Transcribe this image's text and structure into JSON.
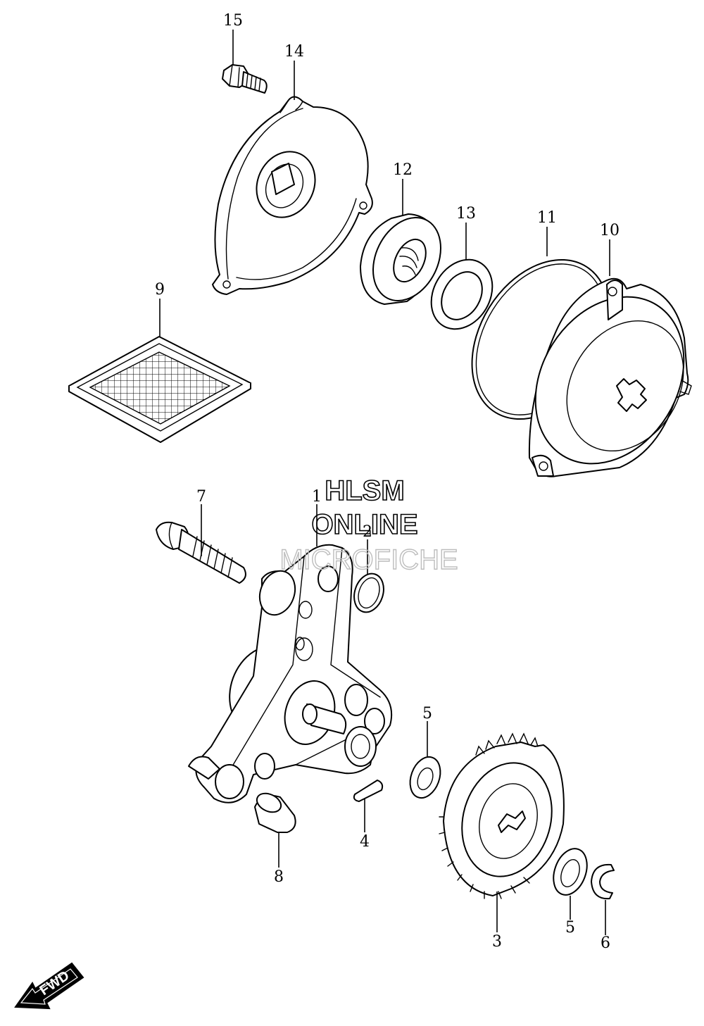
{
  "watermark": {
    "line1": "HLSM",
    "line2": "ONLINE",
    "line3": "MICROFICHE"
  },
  "direction_badge": "FWD",
  "callouts": {
    "p1": "1",
    "p2": "2",
    "p3": "3",
    "p4": "4",
    "p5a": "5",
    "p5b": "5",
    "p6": "6",
    "p7": "7",
    "p8": "8",
    "p9": "9",
    "p10": "10",
    "p11": "11",
    "p12": "12",
    "p13": "13",
    "p14": "14",
    "p15": "15"
  },
  "colors": {
    "line": "#000000",
    "background": "#ffffff",
    "watermark_fine": "#bdbdbd"
  }
}
